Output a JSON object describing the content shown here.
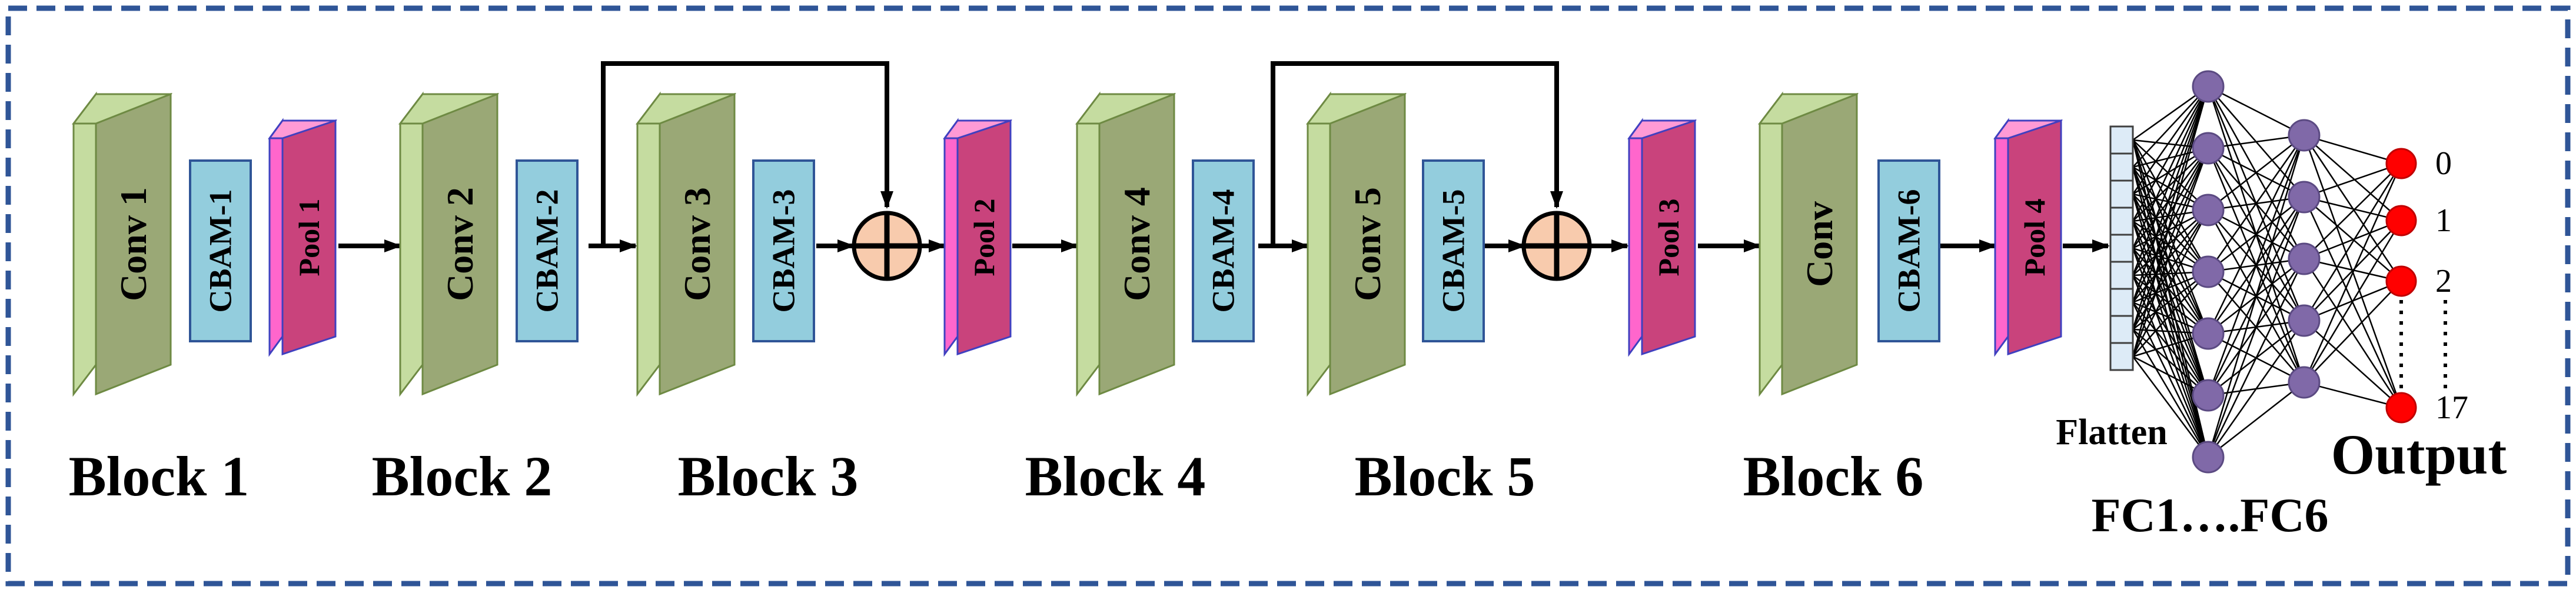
{
  "colors": {
    "conv_front": "#9aa876",
    "conv_side": "#c5dca0",
    "conv_edge": "#6e8a43",
    "cbam": "#93cddd",
    "cbam_edge": "#2f5597",
    "pool_front": "#c9437c",
    "pool_side": "#ff66cc",
    "pool_top": "#ff9ad5",
    "pool_edge": "#4040c0",
    "add_fill": "#f8cbad",
    "neuron": "#8069a8",
    "neuron_edge": "#5b4a82",
    "output_node": "#ff0000",
    "flatten_fill": "#ddebf7",
    "frame": "#2f5597"
  },
  "modules": {
    "conv1": "Conv 1",
    "cbam1": "CBAM-1",
    "pool1": "Pool 1",
    "conv2": "Conv 2",
    "cbam2": "CBAM-2",
    "conv3": "Conv 3",
    "cbam3": "CBAM-3",
    "pool2": "Pool 2",
    "conv4": "Conv 4",
    "cbam4": "CBAM-4",
    "conv5": "Conv 5",
    "cbam5": "CBAM-5",
    "pool3": "Pool 3",
    "conv6": "Conv",
    "cbam6": "CBAM-6",
    "pool4": "Pool 4"
  },
  "blocks": [
    "Block 1",
    "Block 2",
    "Block 3",
    "Block 4",
    "Block 5",
    "Block 6"
  ],
  "flatten_label": "Flatten",
  "fc_label": "FC1….FC6",
  "output_title": "Output",
  "output_labels": [
    "0",
    "1",
    "2",
    "17"
  ],
  "flatten_cells": 9,
  "fc_layers": [
    7,
    5
  ],
  "output_nodes": 4
}
